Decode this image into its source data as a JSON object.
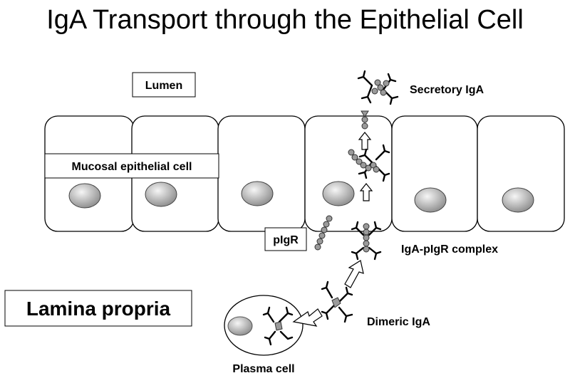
{
  "title": "IgA Transport through the Epithelial Cell",
  "labels": {
    "lumen": "Lumen",
    "mucosal_epithelial_cell": "Mucosal epithelial cell",
    "secretory_iga": "Secretory IgA",
    "pigr": "pIgR",
    "iga_pigr_complex": "IgA-pIgR complex",
    "lamina_propria": "Lamina propria",
    "dimeric_iga": "Dimeric IgA",
    "plasma_cell": "Plasma cell"
  },
  "colors": {
    "outline": "#000000",
    "bead_fill": "#9a9a9a",
    "nucleus_light": "#f4f4f4",
    "nucleus_dark": "#8c8c8c"
  }
}
